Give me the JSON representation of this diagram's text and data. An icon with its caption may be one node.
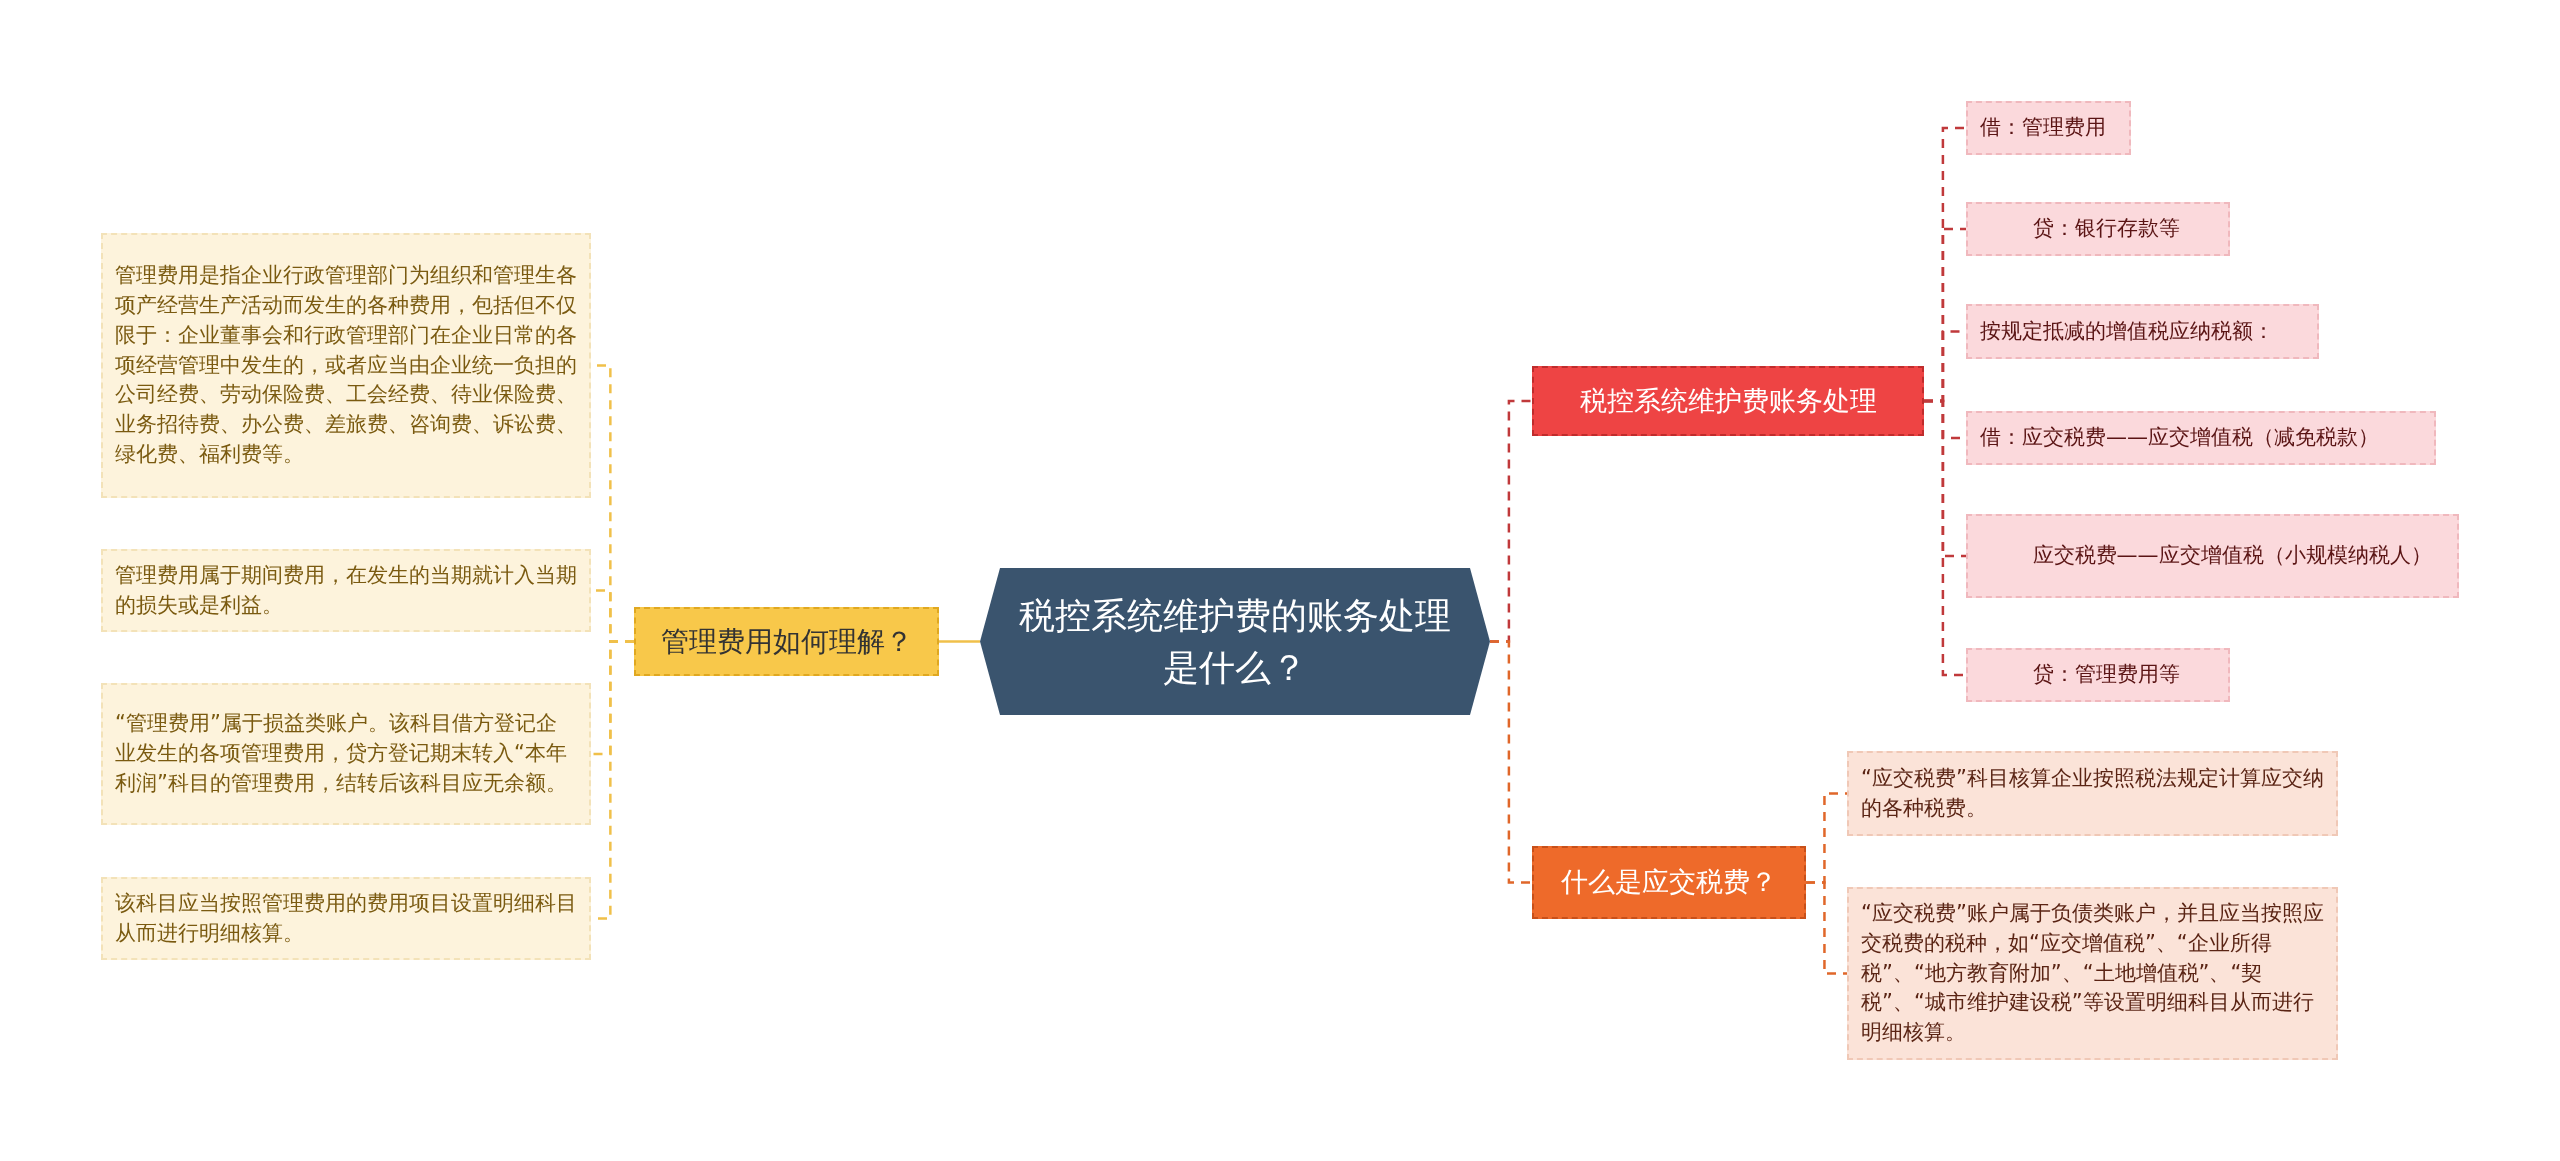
{
  "diagram": {
    "nodes": [
      {
        "text": [
          "税控系统维护费的账务处理是什么？"
        ]
      },
      {
        "text": [
          "管理费用如何理解？"
        ]
      },
      {
        "text": [
          "管理费用是指企业行政管理部门为组织和管理生各项产经营生产活动而发生的各种费用，包括但不仅限于：企业董事会和行政管理部门在企业日常的各项经营管理中发生的，或者应当由企业统一负担的公司经费、劳动保险费、工会经费、待业保险费、业务招待费、办公费、差旅费、咨询费、诉讼费、绿化费、福利费等。"
        ]
      },
      {
        "text": [
          "管理费用属于期间费用，在发生的当期就计入当期的损失或是利益。"
        ]
      },
      {
        "text": [
          "“管理费用”属于损益类账户。该科目借方登记企业发生的各项管理费用，贷方登记期末转入“本年利润”科目的管理费用，结转后该科目应无余额。"
        ]
      },
      {
        "text": [
          "该科目应当按照管理费用的费用项目设置明细科目从而进行明细核算。"
        ]
      },
      {
        "text": [
          "税控系统维护费账务处理"
        ]
      },
      {
        "text": [
          "借：管理费用"
        ]
      },
      {
        "text": [
          "贷：银行存款等"
        ]
      },
      {
        "text": [
          "按规定抵减的增值税应纳税额："
        ]
      },
      {
        "text": [
          "借：应交税费——应交增值税（减免税款）"
        ]
      },
      {
        "text": [
          "应交税费——应交增值税（小规模纳税人）"
        ]
      },
      {
        "text": [
          "贷：管理费用等"
        ]
      },
      {
        "text": [
          "什么是应交税费？"
        ]
      },
      {
        "text": [
          "“应交税费”科目核算企业按照税法规定计算应交纳的各种税费。"
        ]
      },
      {
        "text": [
          "“应交税费”账户属于负债类账户，并且应当按照应交税费的税种，如“应交增值税”、“企业所得税”、“地方教育附加”、“土地增值税”、“契税”、“城市维护建设税”等设置明细科目从而进行明细核算。"
        ]
      }
    ],
    "edges": [
      {
        "from": 0,
        "to": 1,
        "arrow": "none",
        "color": "#f0c04a"
      },
      {
        "from": 1,
        "to": 2,
        "arrow": "none",
        "style": "dashed",
        "color": "#f0c04a"
      },
      {
        "from": 1,
        "to": 3,
        "arrow": "none",
        "style": "dashed",
        "color": "#f0c04a"
      },
      {
        "from": 1,
        "to": 4,
        "arrow": "none",
        "style": "dashed",
        "color": "#f0c04a"
      },
      {
        "from": 1,
        "to": 5,
        "arrow": "none",
        "style": "dashed",
        "color": "#f0c04a"
      },
      {
        "from": 0,
        "to": 6,
        "arrow": "none",
        "style": "dashed",
        "color": "#c0393b"
      },
      {
        "from": 6,
        "to": 7,
        "arrow": "none",
        "style": "dashed",
        "color": "#c0393b"
      },
      {
        "from": 6,
        "to": 8,
        "arrow": "none",
        "style": "dashed",
        "color": "#c0393b"
      },
      {
        "from": 6,
        "to": 9,
        "arrow": "none",
        "style": "dashed",
        "color": "#c0393b"
      },
      {
        "from": 6,
        "to": 10,
        "arrow": "none",
        "style": "dashed",
        "color": "#c0393b"
      },
      {
        "from": 6,
        "to": 11,
        "arrow": "none",
        "style": "dashed",
        "color": "#c0393b"
      },
      {
        "from": 6,
        "to": 12,
        "arrow": "none",
        "style": "dashed",
        "color": "#c0393b"
      },
      {
        "from": 0,
        "to": 13,
        "arrow": "none",
        "style": "dashed",
        "color": "#e0672a"
      },
      {
        "from": 13,
        "to": 14,
        "arrow": "none",
        "style": "dashed",
        "color": "#e0672a"
      },
      {
        "from": 13,
        "to": 15,
        "arrow": "none",
        "style": "dashed",
        "color": "#e0672a"
      }
    ]
  }
}
